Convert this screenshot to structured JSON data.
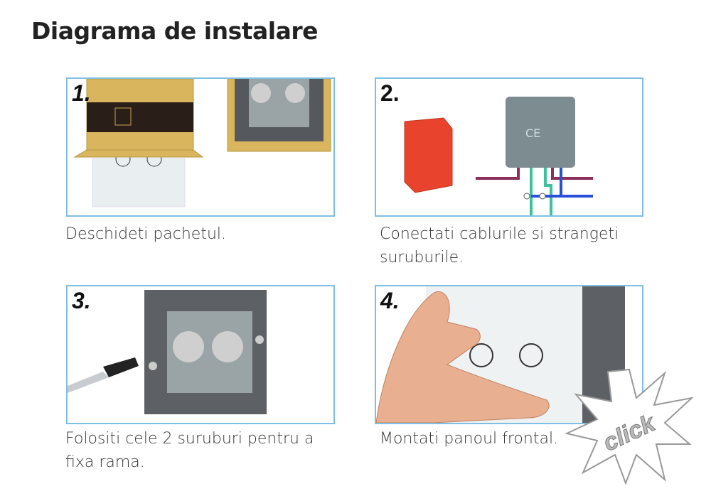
{
  "title": "Diagrama de instalare",
  "steps": [
    {
      "number": "1.",
      "caption": "Deschideti pachetul."
    },
    {
      "number": "2.",
      "caption": "Conectati cablurile si strangeti suruburile."
    },
    {
      "number": "3.",
      "caption": "Folositi cele 2 suruburi pentru a fixa rama."
    },
    {
      "number": "4.",
      "caption": "Montati panoul frontal."
    }
  ],
  "badge": "click",
  "colors": {
    "border": "#7fbfe3",
    "gold": "#d9b55e",
    "grey": "#6a6e73",
    "red": "#e8432c"
  }
}
